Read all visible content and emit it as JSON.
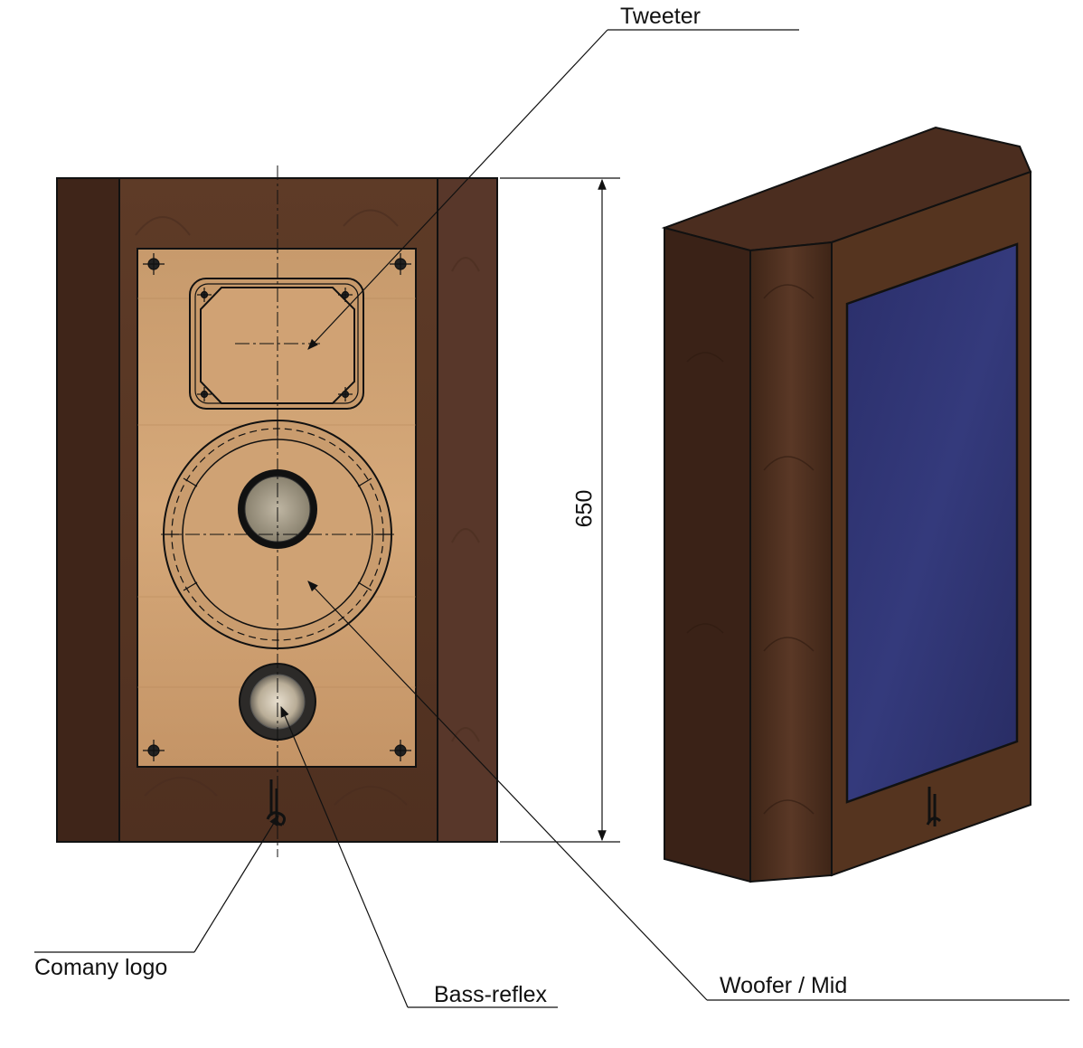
{
  "drawing": {
    "labels": {
      "tweeter": "Tweeter",
      "company_logo": "Comany logo",
      "bass_reflex": "Bass-reflex",
      "woofer_mid": "Woofer / Mid"
    },
    "dimension": {
      "height": "650"
    }
  },
  "colors": {
    "cabinet_wood": "#5e3b27",
    "cabinet_dark": "#3d2418",
    "baffle_wood": "#c99b6c",
    "grille_fabric": "#2d3272",
    "line": "#111111"
  }
}
